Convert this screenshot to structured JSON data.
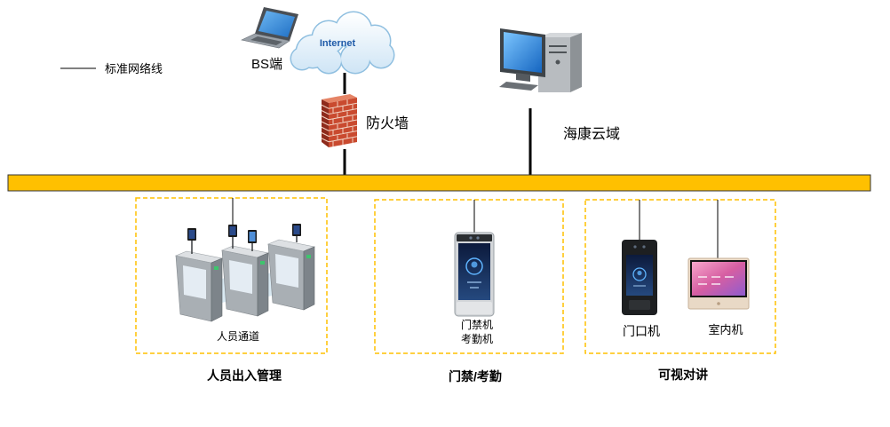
{
  "legend": {
    "line_label": "标准网络线"
  },
  "top": {
    "bs_client": {
      "label": "BS端",
      "icon": "laptop-icon"
    },
    "internet": {
      "label": "Internet",
      "icon": "cloud-icon"
    },
    "firewall": {
      "label": "防火墙",
      "icon": "firewall-icon"
    },
    "cloud_platform": {
      "label": "海康云域",
      "icon": "desktop-computer-icon"
    }
  },
  "groups": [
    {
      "title": "人员出入管理",
      "devices": [
        {
          "label": "人员通道",
          "icon": "turnstile-icon"
        }
      ]
    },
    {
      "title": "门禁/考勤",
      "devices": [
        {
          "label_lines": [
            "门禁机",
            "考勤机"
          ],
          "icon": "face-recognition-terminal-icon"
        }
      ]
    },
    {
      "title": "可视对讲",
      "devices": [
        {
          "label": "门口机",
          "icon": "door-station-icon"
        },
        {
          "label": "室内机",
          "icon": "indoor-monitor-icon"
        }
      ]
    }
  ],
  "colors": {
    "bus": "#FFC000",
    "group_border": "#FFC000",
    "network_line": "#000000"
  }
}
